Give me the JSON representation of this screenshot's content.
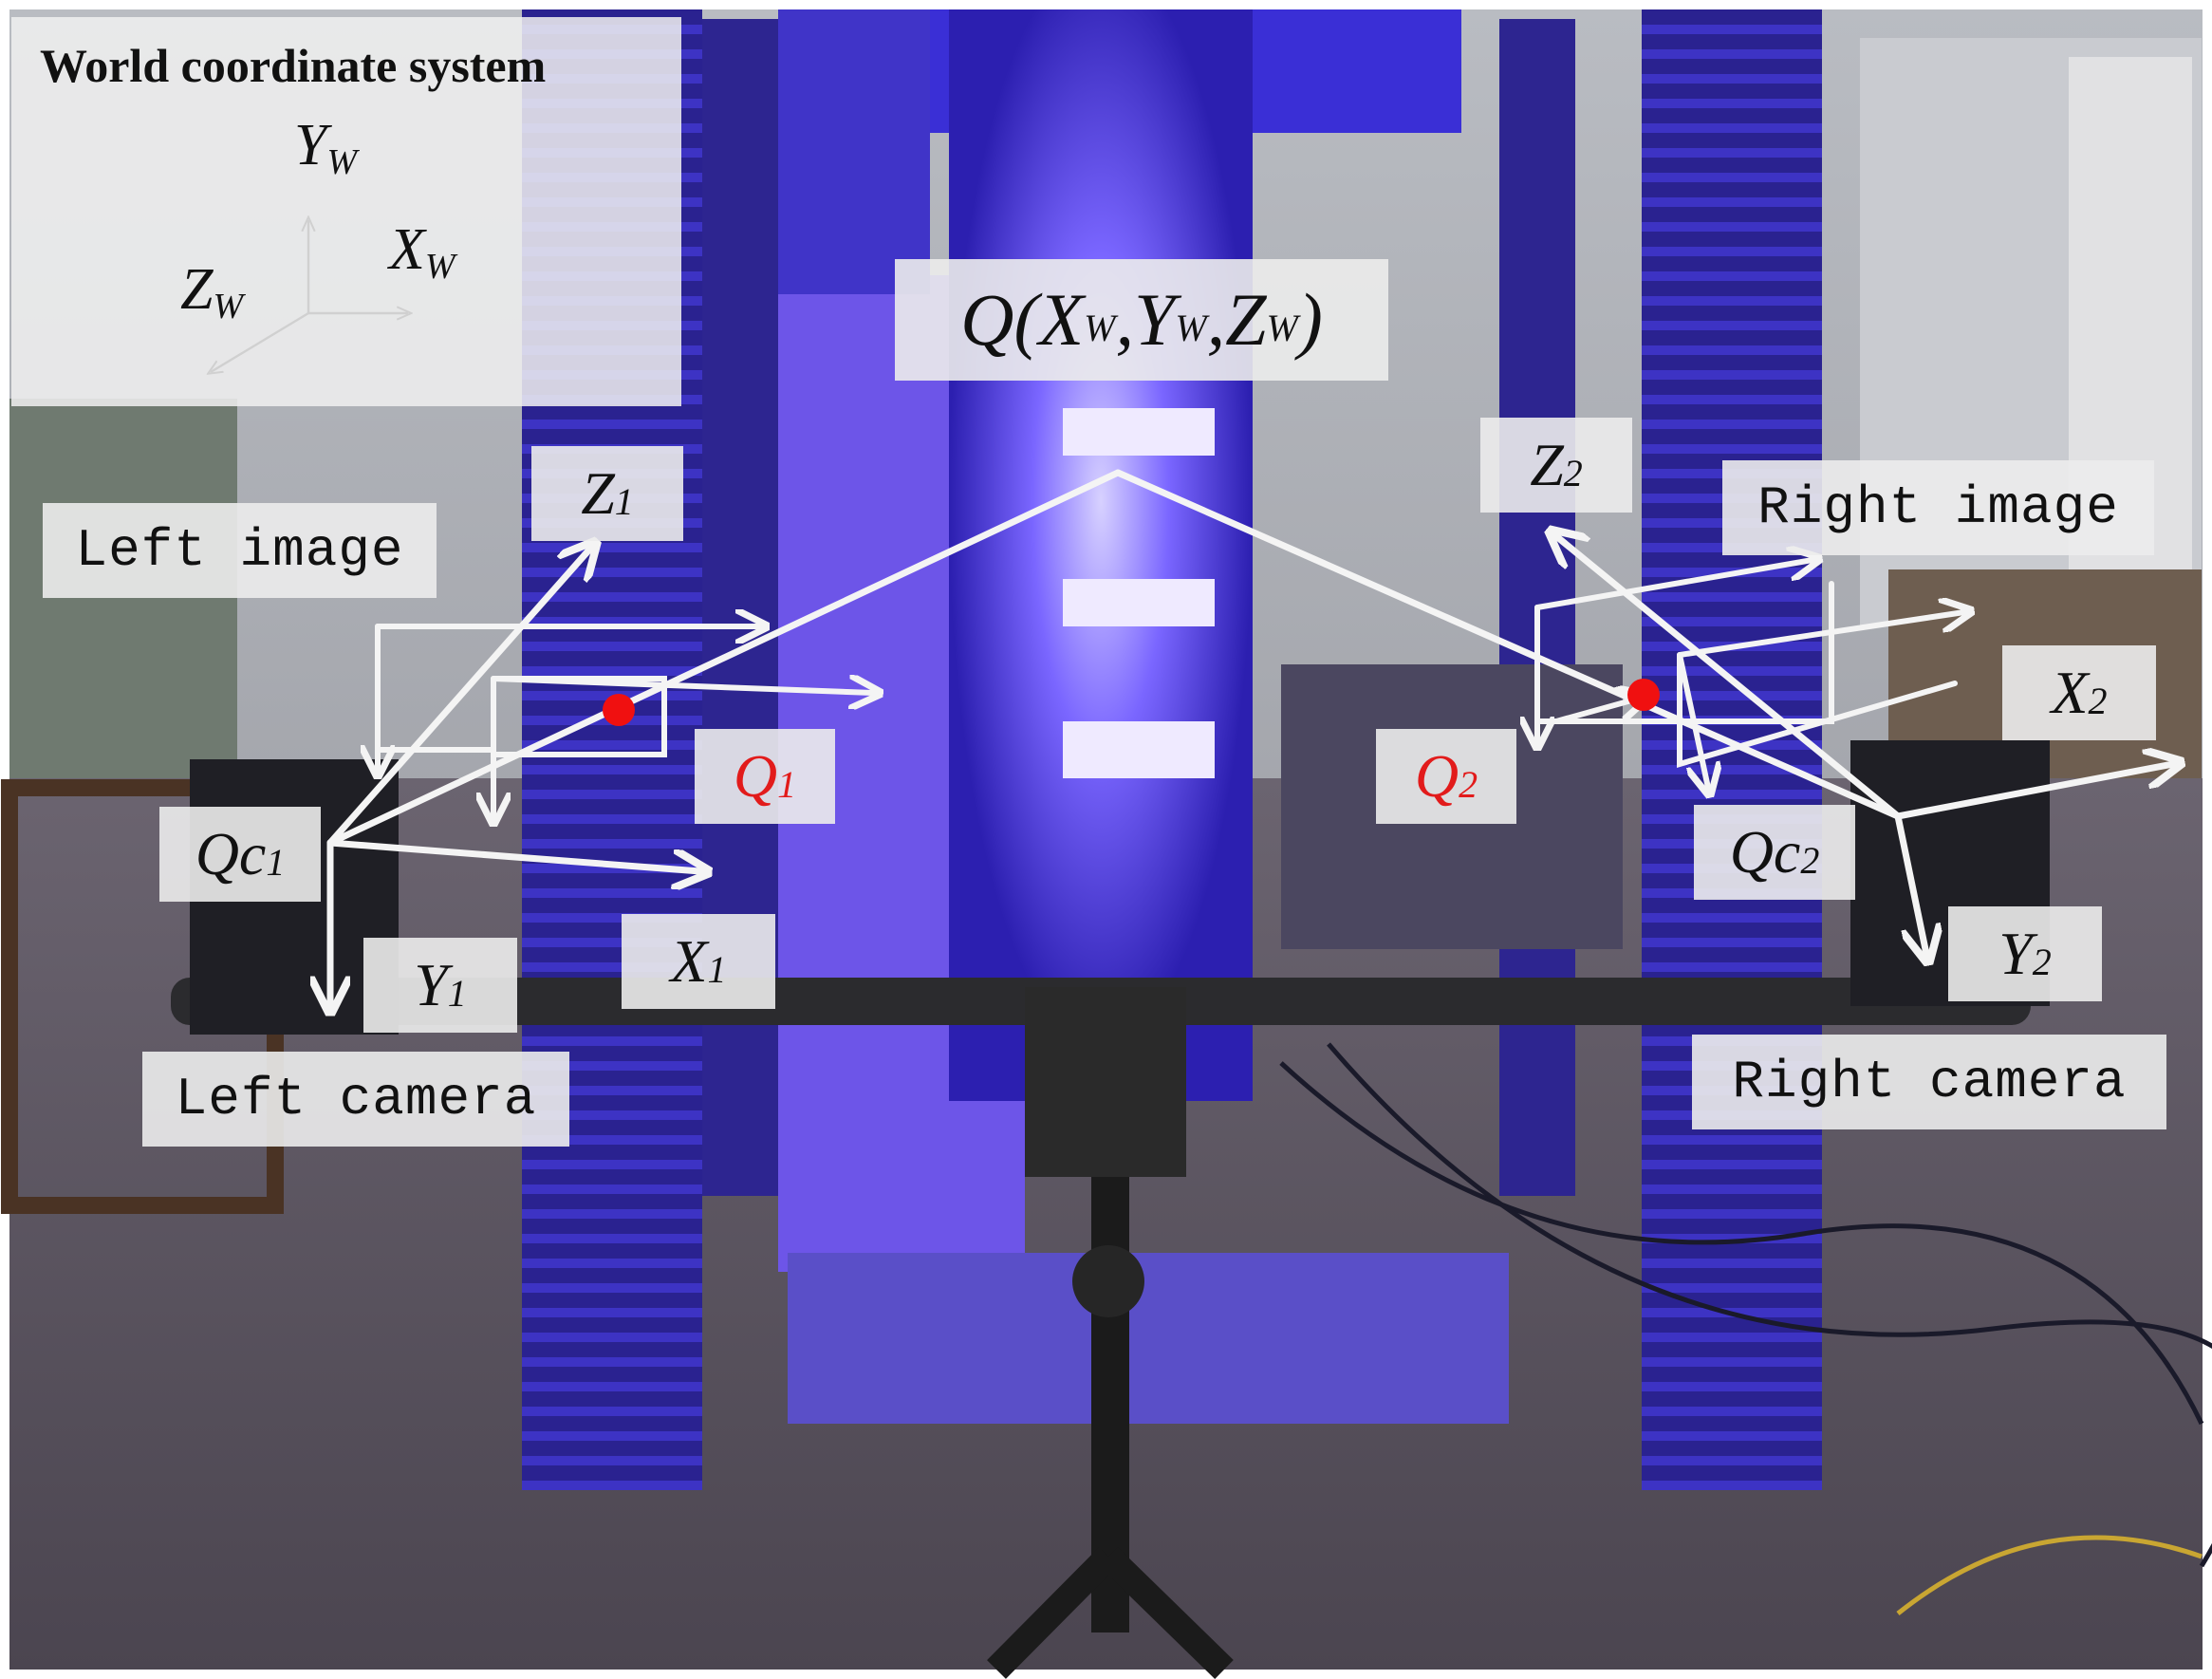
{
  "world": {
    "title": "World coordinate system",
    "axis_y": "Y",
    "axis_x": "X",
    "axis_z": "Z",
    "axis_sub": "W"
  },
  "point_q": {
    "name": "Q",
    "x": "X",
    "y": "Y",
    "z": "Z",
    "sub": "W"
  },
  "labels": {
    "left_image": "Left image",
    "right_image": "Right image",
    "left_camera": "Left camera",
    "right_camera": "Right camera"
  },
  "left_axes": {
    "z": "Z",
    "x": "X",
    "y": "Y",
    "sub": "1",
    "origin": "Qc",
    "origin_sub": "1"
  },
  "right_axes": {
    "z": "Z",
    "x": "X",
    "y": "Y",
    "sub": "2",
    "origin": "Qc",
    "origin_sub": "2"
  },
  "projections": {
    "q1": "Q",
    "q1_sub": "1",
    "q2": "Q",
    "q2_sub": "2"
  },
  "colors": {
    "arrow": "#f4f4f4",
    "point": "#f01010",
    "projection_text": "#e21b1b",
    "scene_tint": "#3b2fd0"
  }
}
